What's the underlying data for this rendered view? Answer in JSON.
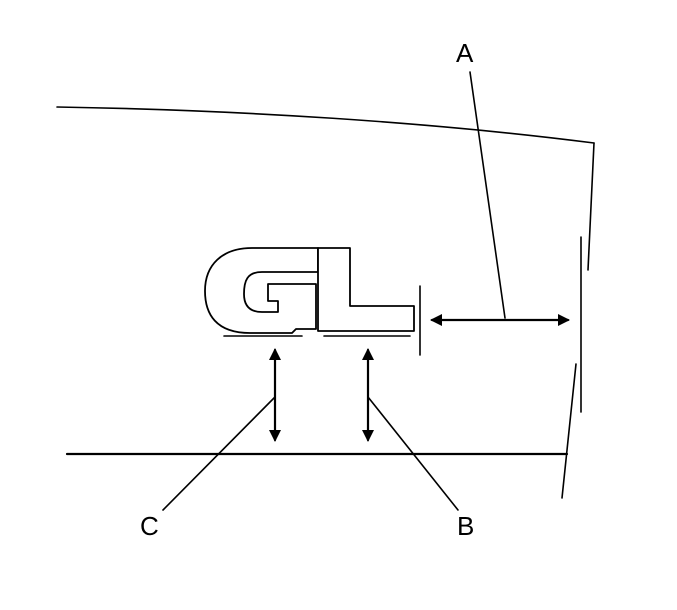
{
  "labels": {
    "a": "A",
    "b": "B",
    "c": "C"
  },
  "emblem": {
    "text": "GL"
  },
  "colors": {
    "ink": "#000000",
    "background": "#ffffff"
  }
}
